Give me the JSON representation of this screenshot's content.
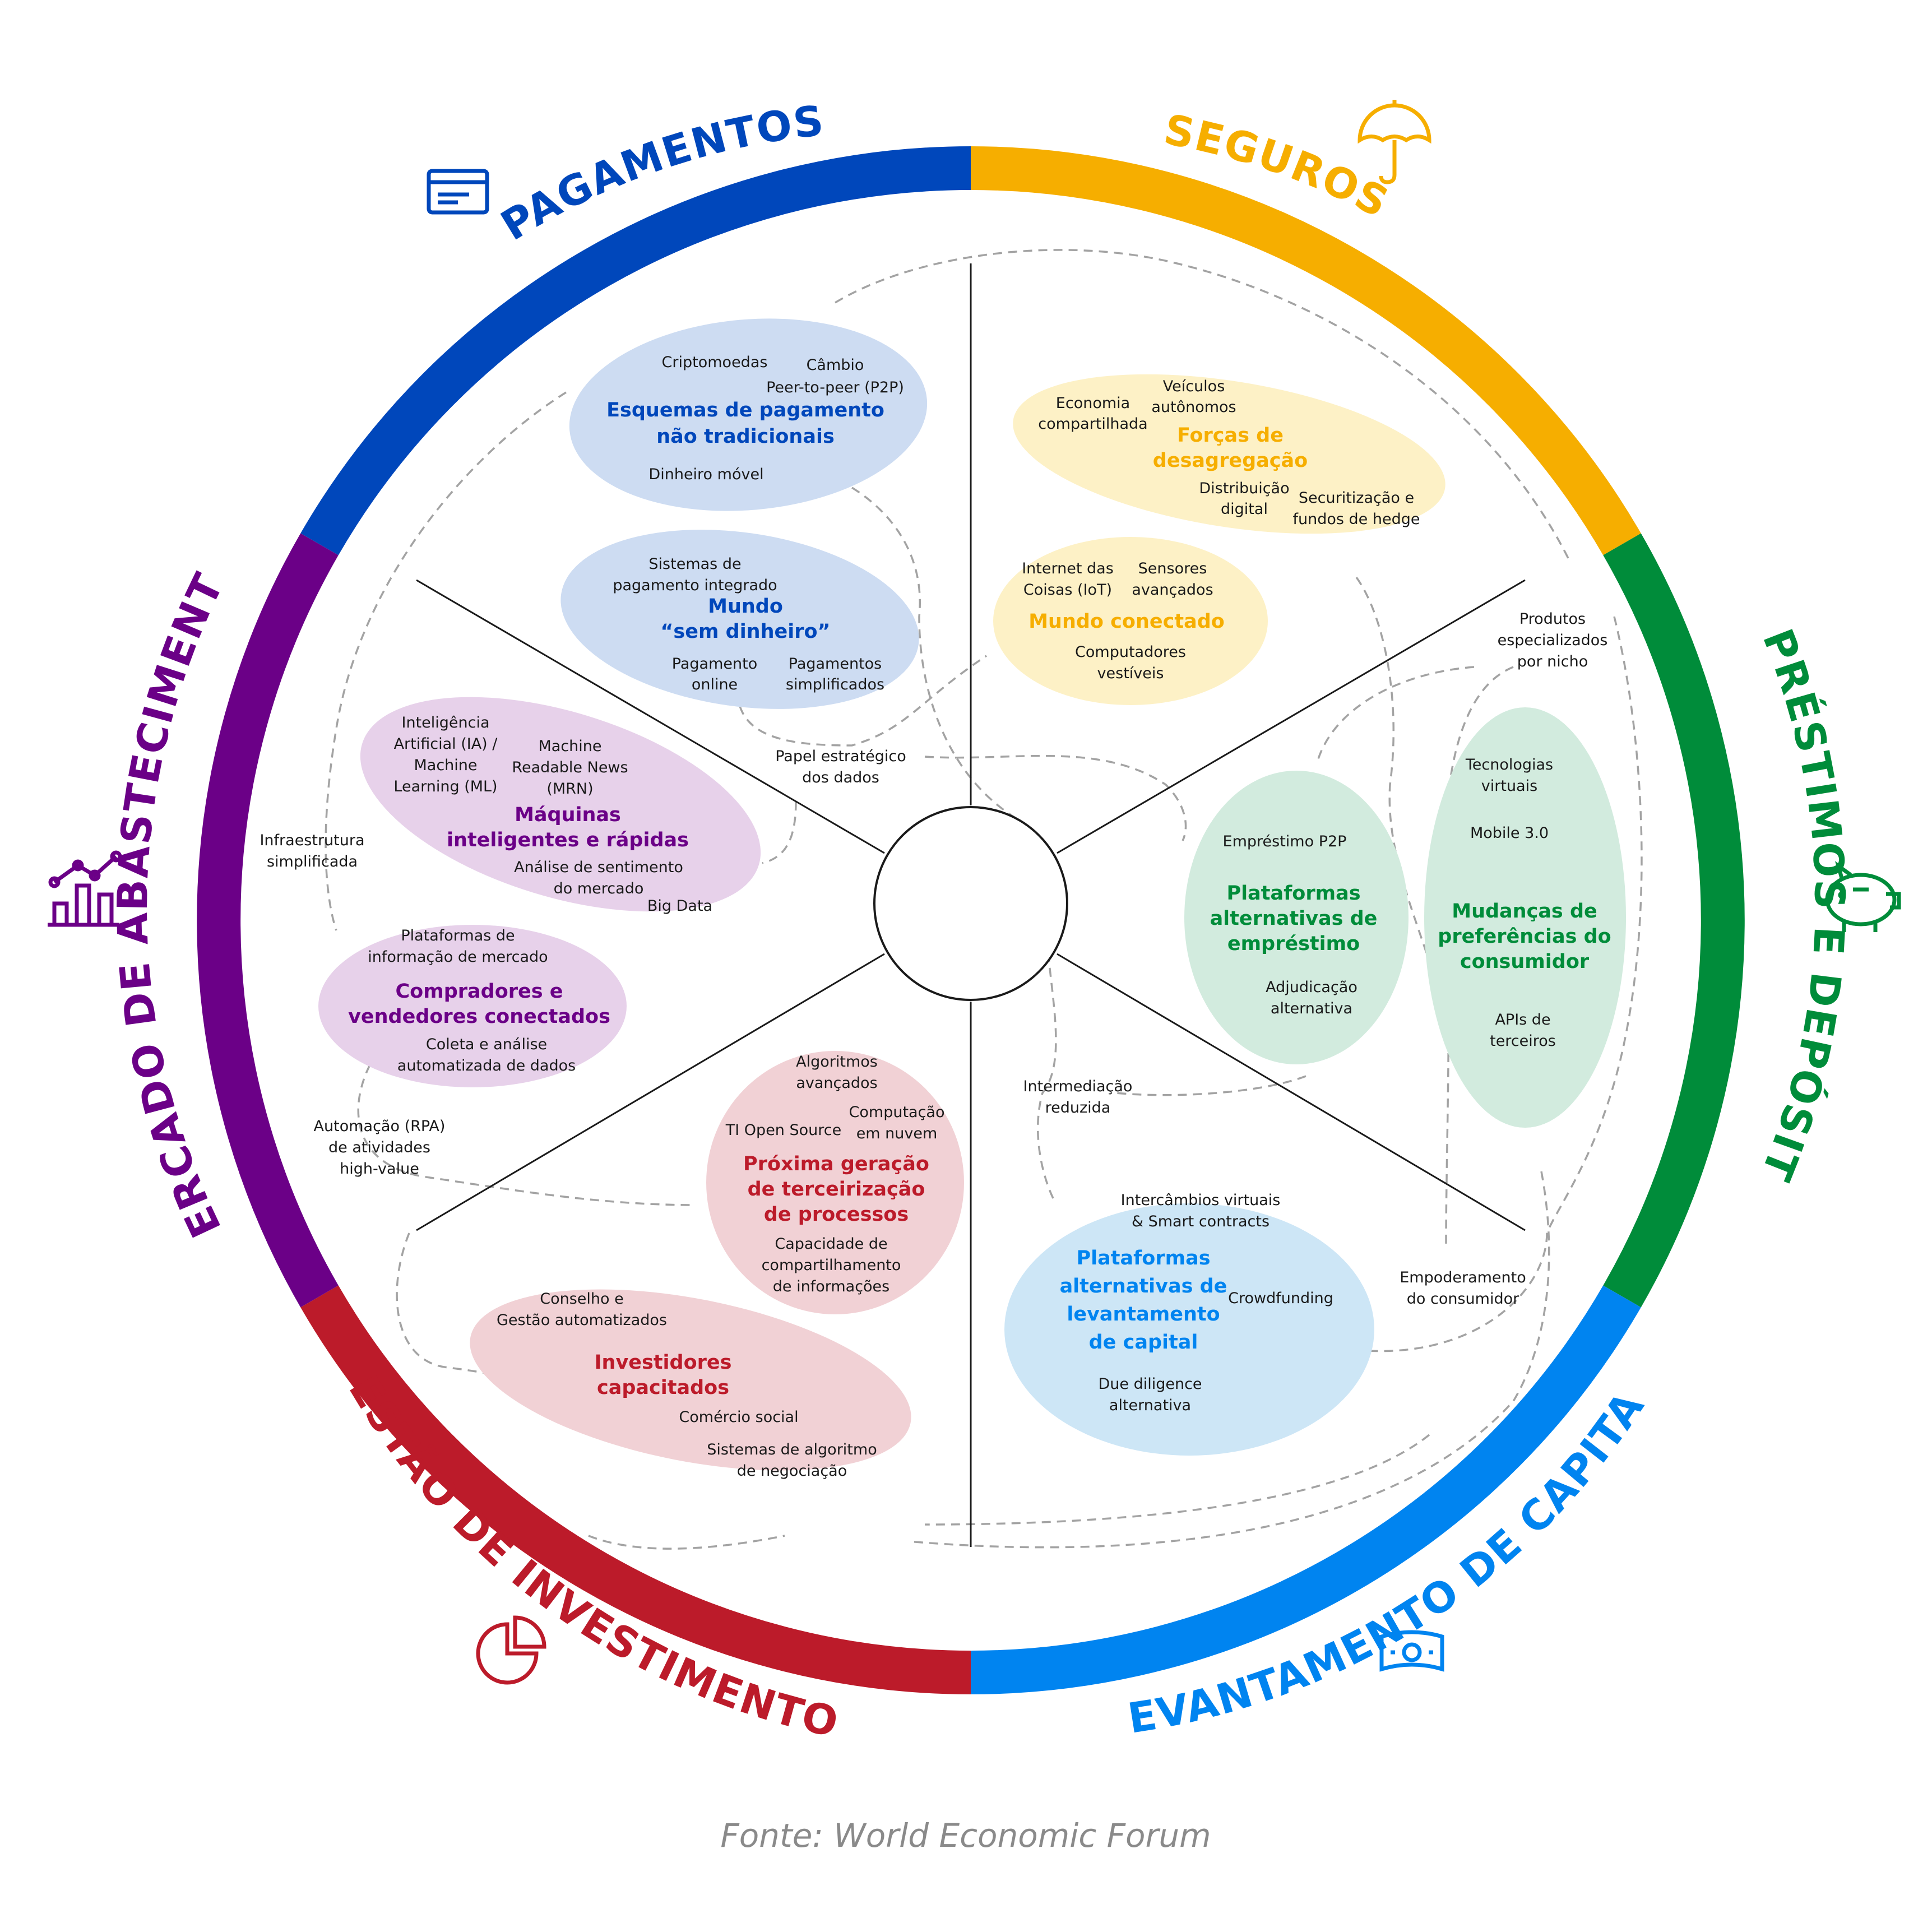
{
  "colors": {
    "pagamentos": "#0047BB",
    "seguros": "#F6AE00",
    "emprestimos": "#008C3A",
    "levantamento": "#0084F0",
    "investimentos": "#BC1B2A",
    "abastecimento": "#6B0087",
    "dashed": "#a3a3a3",
    "line": "#1a1a1a"
  },
  "sectors": [
    {
      "key": "pagamentos",
      "label": "PAGAMENTOS",
      "icon": "credit-card-icon"
    },
    {
      "key": "seguros",
      "label": "SEGUROS",
      "icon": "umbrella-icon"
    },
    {
      "key": "emprestimos",
      "label": "EMPRÉSTIMOS E DEPÓSITOS",
      "icon": "piggy-bank-icon"
    },
    {
      "key": "levantamento",
      "label": "LEVANTAMENTO DE CAPITAL",
      "icon": "money-bill-icon"
    },
    {
      "key": "investimentos",
      "label": "GESTÃO DE INVESTIMENTOS",
      "icon": "pie-chart-icon"
    },
    {
      "key": "abastecimento",
      "label": "MERCADO DE ABASTECIMENTO",
      "icon": "bar-chart-icon"
    }
  ],
  "clusters": {
    "esquemas": {
      "title": [
        "Esquemas de pagamento",
        "não tradicionais"
      ],
      "items": {
        "cripto": "Criptomoedas",
        "cambio": "Câmbio",
        "p2p": "Peer-to-peer (P2P)",
        "movel": "Dinheiro móvel"
      }
    },
    "mundo_sem_dinheiro": {
      "title": [
        "Mundo",
        "“sem dinheiro”"
      ],
      "items": {
        "sistemas": [
          "Sistemas de",
          "pagamento integrado"
        ],
        "online": [
          "Pagamento",
          "online"
        ],
        "simplificados": [
          "Pagamentos",
          "simplificados"
        ]
      }
    },
    "forcas": {
      "title": [
        "Forças de",
        "desagregação"
      ],
      "items": {
        "economia": [
          "Economia",
          "compartilhada"
        ],
        "veiculos": [
          "Veículos",
          "autônomos"
        ],
        "distribuicao": [
          "Distribuição",
          "digital"
        ],
        "securitizacao": [
          "Securitização e",
          "fundos de hedge"
        ]
      }
    },
    "mundo_conectado": {
      "title": [
        "Mundo conectado"
      ],
      "items": {
        "iot": [
          "Internet das",
          "Coisas (IoT)"
        ],
        "sensores": [
          "Sensores",
          "avançados"
        ],
        "vestiveis": [
          "Computadores",
          "vestíveis"
        ]
      }
    },
    "maquinas": {
      "title": [
        "Máquinas",
        "inteligentes e rápidas"
      ],
      "items": {
        "ia": [
          "Inteligência",
          "Artificial (IA) /",
          "Machine",
          "Learning (ML)"
        ],
        "mrn": [
          "Machine",
          "Readable News",
          "(MRN)"
        ],
        "sentimento": [
          "Análise de sentimento",
          "do mercado"
        ],
        "bigdata": "Big Data"
      }
    },
    "compradores": {
      "title": [
        "Compradores e",
        "vendedores conectados"
      ],
      "items": {
        "plataformas": [
          "Plataformas de",
          "informação de mercado"
        ],
        "coleta": [
          "Coleta e análise",
          "automatizada de dados"
        ]
      }
    },
    "terceirizacao": {
      "title": [
        "Próxima geração",
        "de terceirização",
        "de processos"
      ],
      "items": {
        "algoritmos": [
          "Algoritmos",
          "avançados"
        ],
        "computacao": [
          "Computação",
          "em nuvem"
        ],
        "opensource": "TI Open Source",
        "capacidade": [
          "Capacidade de",
          "compartilhamento",
          "de informações"
        ]
      }
    },
    "investidores": {
      "title": [
        "Investidores",
        "capacitados"
      ],
      "items": {
        "conselho": [
          "Conselho e",
          "Gestão automatizados"
        ],
        "comercio": "Comércio social",
        "sistemas": [
          "Sistemas de algoritmo",
          "de negociação"
        ]
      }
    },
    "levantamento_plat": {
      "title": [
        "Plataformas",
        "alternativas de",
        "levantamento",
        "de capital"
      ],
      "items": {
        "intercambios": [
          "Intercâmbios virtuais",
          "& Smart contracts"
        ],
        "crowdfunding": "Crowdfunding",
        "due": [
          "Due diligence",
          "alternativa"
        ]
      }
    },
    "emprestimo_plat": {
      "title": [
        "Plataformas",
        "alternativas de",
        "empréstimo"
      ],
      "items": {
        "p2p": "Empréstimo P2P",
        "adjudicacao": [
          "Adjudicação",
          "alternativa"
        ]
      }
    },
    "mudancas": {
      "title": [
        "Mudanças de",
        "preferências do",
        "consumidor"
      ],
      "items": {
        "tecnologias": [
          "Tecnologias",
          "virtuais"
        ],
        "mobile": "Mobile 3.0",
        "apis": [
          "APIs de",
          "terceiros"
        ]
      }
    }
  },
  "free_labels": {
    "papel": [
      "Papel estratégico",
      "dos dados"
    ],
    "produtos": [
      "Produtos",
      "especializados",
      "por nicho"
    ],
    "infraestrutura": [
      "Infraestrutura",
      "simplificada"
    ],
    "automacao": [
      "Automação (RPA)",
      "de atividades",
      "high-value"
    ],
    "intermediacao": [
      "Intermediação",
      "reduzida"
    ],
    "empoderamento": [
      "Empoderamento",
      "do consumidor"
    ]
  },
  "source": "Fonte: World Economic Forum"
}
